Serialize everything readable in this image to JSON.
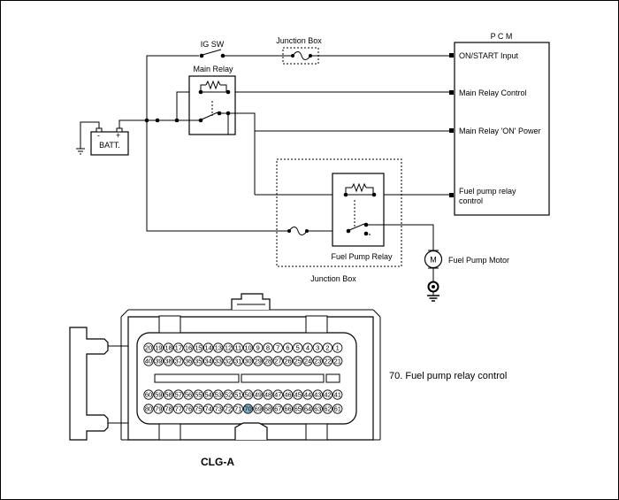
{
  "diagram": {
    "pcm_title": "P C M",
    "pcm_inputs": [
      {
        "id": "on_start",
        "label": "ON/START Input"
      },
      {
        "id": "main_relay_control",
        "label": "Main Relay Control"
      },
      {
        "id": "main_relay_on_power",
        "label": "Main Relay 'ON' Power"
      },
      {
        "id": "fuel_pump_relay_control_1",
        "label": "Fuel pump relay"
      },
      {
        "id": "fuel_pump_relay_control_2",
        "label": "control"
      }
    ],
    "ig_sw_label": "IG SW",
    "junction_box_top_label": "Junction Box",
    "main_relay_label": "Main Relay",
    "battery_label": "BATT.",
    "fuel_pump_relay_label": "Fuel Pump Relay",
    "junction_box_bottom_label": "Junction Box",
    "motor_symbol": "M",
    "fuel_pump_motor_label": "Fuel Pump Motor",
    "plus_sign": "+",
    "minus_sign": "-"
  },
  "connector": {
    "name": "CLG-A",
    "highlight_pin": 70,
    "highlight_color": "#7fb3c8",
    "pin_note": "70. Fuel pump relay control",
    "row1": [
      20,
      19,
      18,
      17,
      16,
      15,
      14,
      13,
      12,
      11,
      10,
      9,
      8,
      7,
      6,
      5,
      4,
      3,
      2,
      1
    ],
    "row2": [
      40,
      39,
      38,
      37,
      36,
      35,
      34,
      33,
      32,
      31,
      30,
      29,
      28,
      27,
      26,
      25,
      24,
      23,
      22,
      21
    ],
    "row3": [
      60,
      59,
      58,
      57,
      56,
      55,
      54,
      53,
      52,
      51,
      50,
      49,
      48,
      47,
      46,
      45,
      44,
      43,
      42,
      41
    ],
    "row4": [
      80,
      79,
      78,
      77,
      76,
      75,
      74,
      73,
      72,
      71,
      70,
      69,
      68,
      67,
      66,
      65,
      64,
      63,
      62,
      61
    ]
  }
}
